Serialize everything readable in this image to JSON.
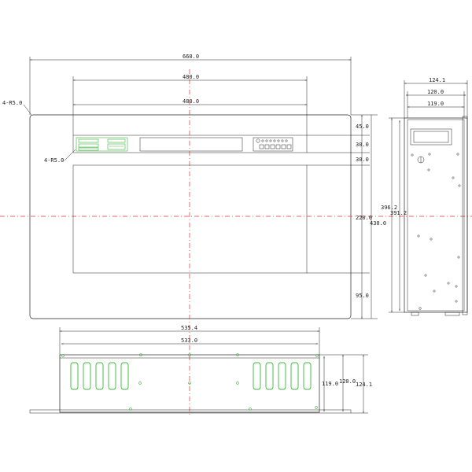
{
  "front": {
    "width_overall": "660.0",
    "width_opening": "480.0",
    "width_panel": "480.0",
    "corner_radius": "4-R5.0",
    "inner_radius": "4-R5.0",
    "dim_top": "45.0",
    "dim_strip": "30.0",
    "dim_gap": "30.0",
    "dim_window": "220.0",
    "dim_height": "430.0",
    "dim_bottom": "95.0"
  },
  "side": {
    "width_outer": "124.1",
    "width_mid": "120.0",
    "width_inner": "119.0",
    "height_outer": "396.2",
    "height_inner": "391.2"
  },
  "bottom": {
    "width_outer": "535.4",
    "width_inner": "533.0",
    "depth_a": "119.0",
    "depth_b": "120.0",
    "depth_c": "124.1"
  },
  "colors": {
    "line": "#222222",
    "centerline": "#e03030",
    "vent": "#3cb43c"
  }
}
